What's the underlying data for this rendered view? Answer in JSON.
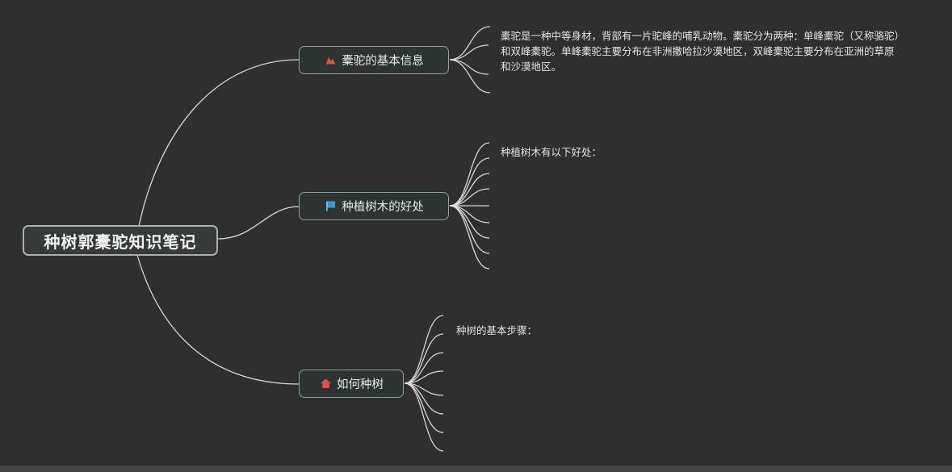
{
  "canvas": {
    "background": "#2f2f2f",
    "connector_color": "#e4e4e4"
  },
  "root": {
    "label": "种树郭橐驼知识笔记"
  },
  "branches": [
    {
      "label": "橐驼的基本信息",
      "icon": "red-marker-icon",
      "icon_color": "#d9534a",
      "children": [
        "橐驼是一种中等身材，背部有一片驼峰的哺乳动物。橐驼分为两种：单峰橐驼（又称骆驼）和双峰橐驼。单峰橐驼主要分布在非洲撒哈拉沙漠地区，双峰橐驼主要分布在亚洲的草原和沙漠地区。"
      ]
    },
    {
      "label": "种植树木的好处",
      "icon": "blue-flag-icon",
      "icon_color": "#2f9bdb",
      "children": [
        "种植树木有以下好处："
      ]
    },
    {
      "label": "如何种树",
      "icon": "red-home-icon",
      "icon_color": "#d9534a",
      "children": [
        "种树的基本步骤："
      ]
    }
  ]
}
